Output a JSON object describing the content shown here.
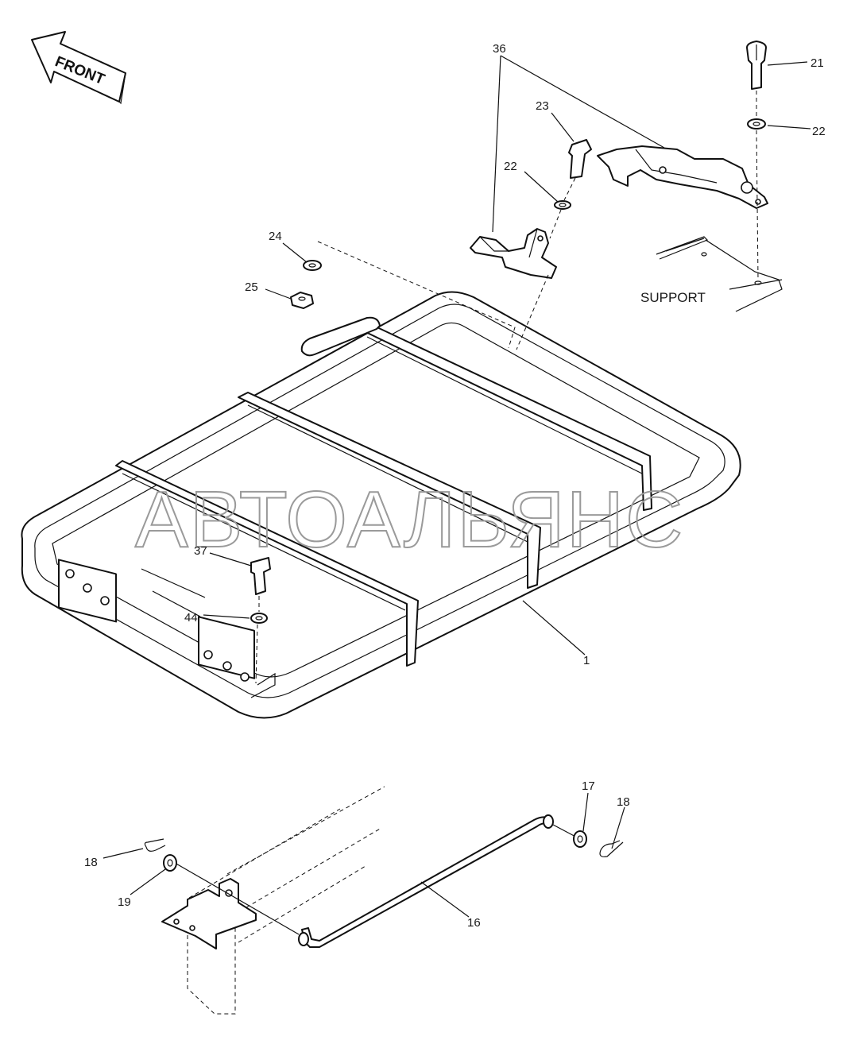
{
  "direction_arrow": {
    "label": "FRONT"
  },
  "support_label": "SUPPORT",
  "watermark": "АВТОАЛЬЯНС",
  "callouts": {
    "c1": "1",
    "c16": "16",
    "c17": "17",
    "c18a": "18",
    "c18b": "18",
    "c19": "19",
    "c21": "21",
    "c22a": "22",
    "c22b": "22",
    "c23": "23",
    "c24": "24",
    "c25": "25",
    "c36": "36",
    "c37": "37",
    "c44": "44"
  },
  "colors": {
    "line": "#111111",
    "background": "#ffffff",
    "watermark": "#9a9a9a"
  }
}
